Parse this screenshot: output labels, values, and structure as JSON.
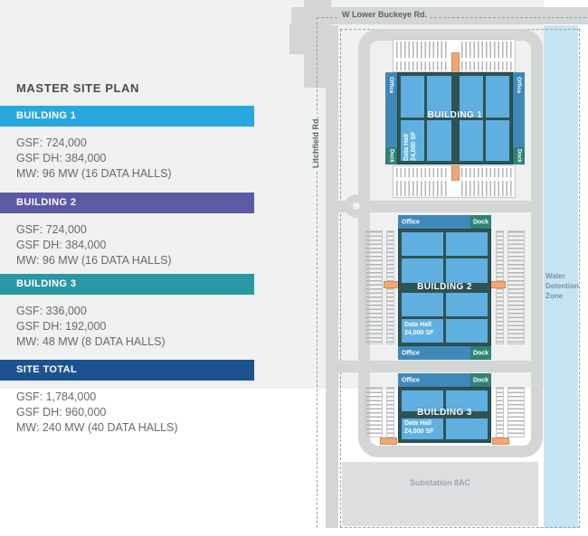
{
  "panel": {
    "title": "MASTER SITE PLAN",
    "sections": [
      {
        "label": "BUILDING 1",
        "color": "#29a8e0",
        "stats": [
          "GSF: 724,000",
          "GSF DH: 384,000",
          "MW: 96 MW (16 DATA HALLS)"
        ]
      },
      {
        "label": "BUILDING 2",
        "color": "#5c59a5",
        "stats": [
          "GSF: 724,000",
          "GSF DH: 384,000",
          "MW: 96 MW (16 DATA HALLS)"
        ]
      },
      {
        "label": "BUILDING 3",
        "color": "#2a98a3",
        "stats": [
          "GSF: 336,000",
          "GSF DH: 192,000",
          "MW: 48 MW (8 DATA HALLS)"
        ]
      },
      {
        "label": "SITE TOTAL",
        "color": "#1b5390",
        "stats": [
          "GSF: 1,784,000",
          "GSF DH: 960,000",
          "MW: 240 MW (40 DATA HALLS)"
        ]
      }
    ]
  },
  "map": {
    "road_top": "W Lower Buckeye Rd.",
    "road_left": "Litchfield Rd.",
    "water_zone": "Water Detention Zone",
    "substation": "Substation 8AC",
    "office": "Office",
    "dock": "Dock",
    "data_hall_line1": "Data Hall",
    "data_hall_line2": "24,000 SF",
    "buildings": [
      {
        "name": "BUILDING 1"
      },
      {
        "name": "BUILDING 2"
      },
      {
        "name": "BUILDING 3"
      }
    ],
    "colors": {
      "hall_blue": "#5fb0e1",
      "frame_dark": "#2f5355",
      "office_blue": "#3f89ba",
      "dock_teal": "#2e8376",
      "connector_orange": "#efa873",
      "road_gray": "#d3d5d6",
      "water_blue": "#c4e4f4",
      "site_gray": "#eff0f0"
    }
  }
}
